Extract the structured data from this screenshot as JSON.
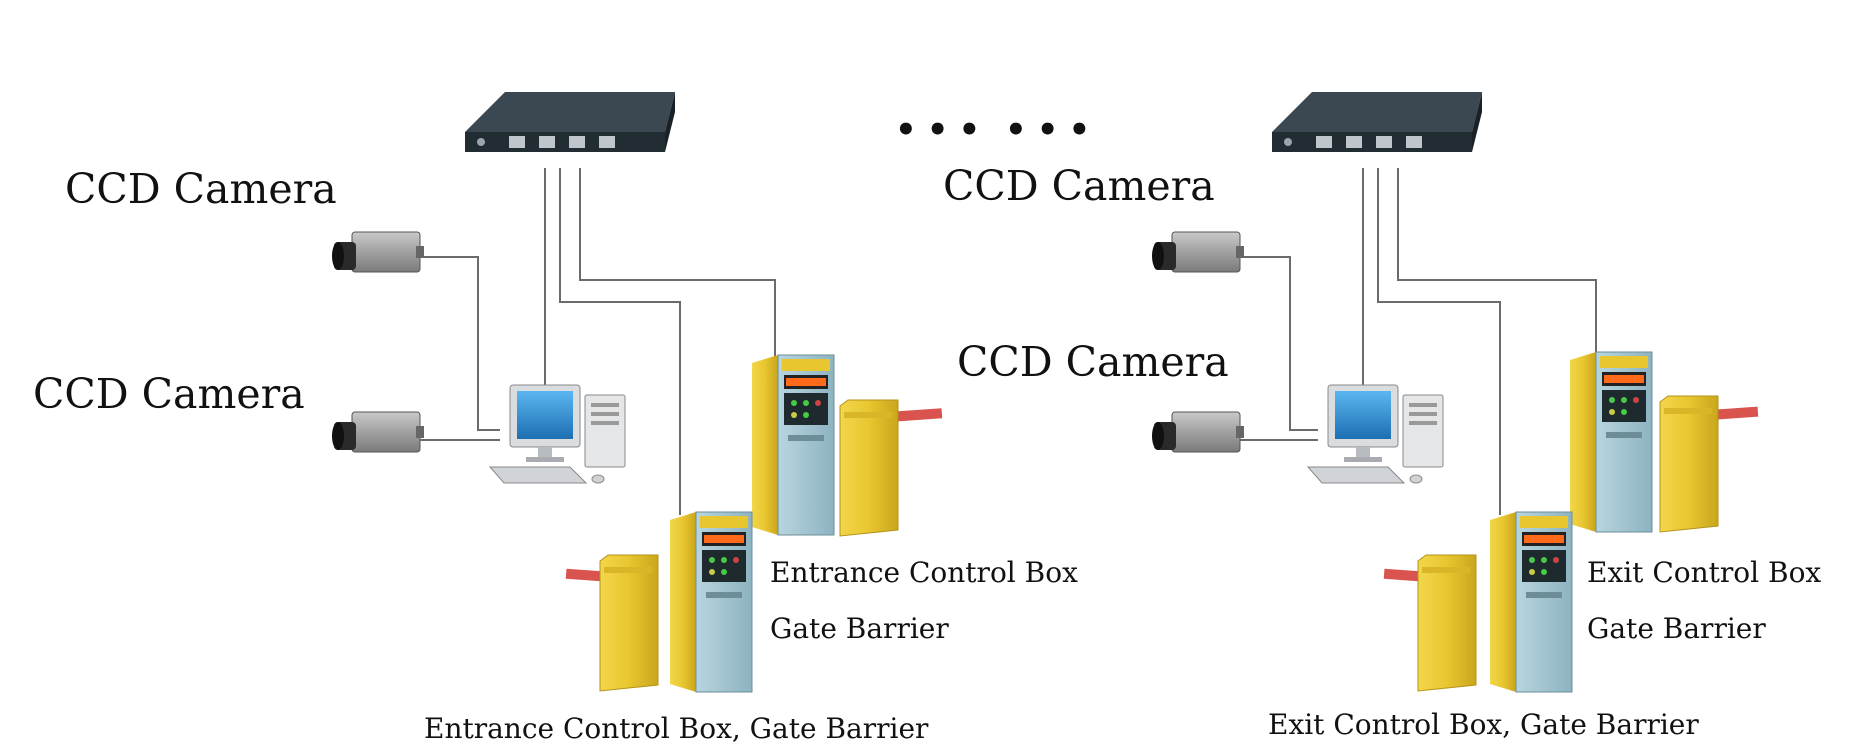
{
  "labels": {
    "left_camera_top": "CCD Camera",
    "left_camera_bottom": "CCD Camera",
    "right_camera_top": "CCD Camera",
    "right_camera_bottom": "CCD Camera",
    "entrance_box": "Entrance Control Box",
    "entrance_gate": "Gate Barrier",
    "exit_box": "Exit Control Box",
    "exit_gate": "Gate Barrier",
    "entrance_caption": "Entrance Control Box, Gate Barrier",
    "exit_caption": "Exit Control Box, Gate Barrier"
  },
  "ellipsis_left": "•••",
  "ellipsis_right": "•••",
  "colors": {
    "switch": "#2c3740",
    "yellow": "#e8c630",
    "kiosk_blue": "#9fc3cf",
    "barrier_arm": "#d9534f",
    "display": "#ff6a1a"
  }
}
